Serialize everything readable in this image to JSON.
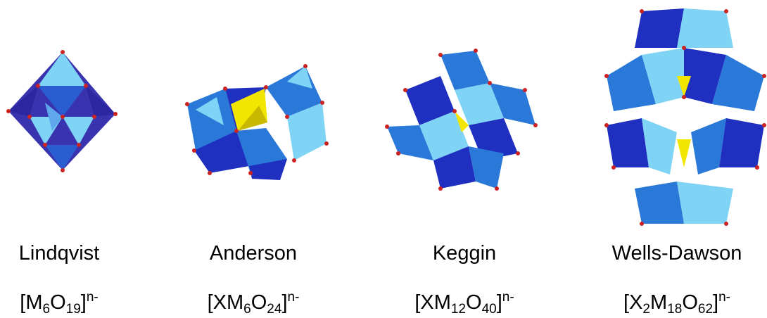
{
  "colors": {
    "dark_blue": "#1f2fbf",
    "mid_blue": "#2a78d8",
    "light_blue": "#7fd4f5",
    "indigo": "#3a33b0",
    "yellow": "#f2e600",
    "oxygen_red": "#cc2222"
  },
  "structures": [
    {
      "name": "Lindqvist",
      "formula": {
        "open": "[M",
        "sub1": "6",
        "mid1": "O",
        "sub2": "19",
        "close": "]",
        "charge": "n-"
      }
    },
    {
      "name": "Anderson",
      "formula": {
        "open": "[XM",
        "sub1": "6",
        "mid1": "O",
        "sub2": "24",
        "close": "]",
        "charge": "n-"
      }
    },
    {
      "name": "Keggin",
      "formula": {
        "open": "[XM",
        "sub1": "12",
        "mid1": "O",
        "sub2": "40",
        "close": "]",
        "charge": "n-"
      }
    },
    {
      "name": "Wells-Dawson",
      "formula": {
        "open": "[X",
        "sub1": "2",
        "mid1": "M",
        "sub2": "18",
        "mid2": "O",
        "sub3": "62",
        "close": "]",
        "charge": "n-"
      }
    }
  ]
}
